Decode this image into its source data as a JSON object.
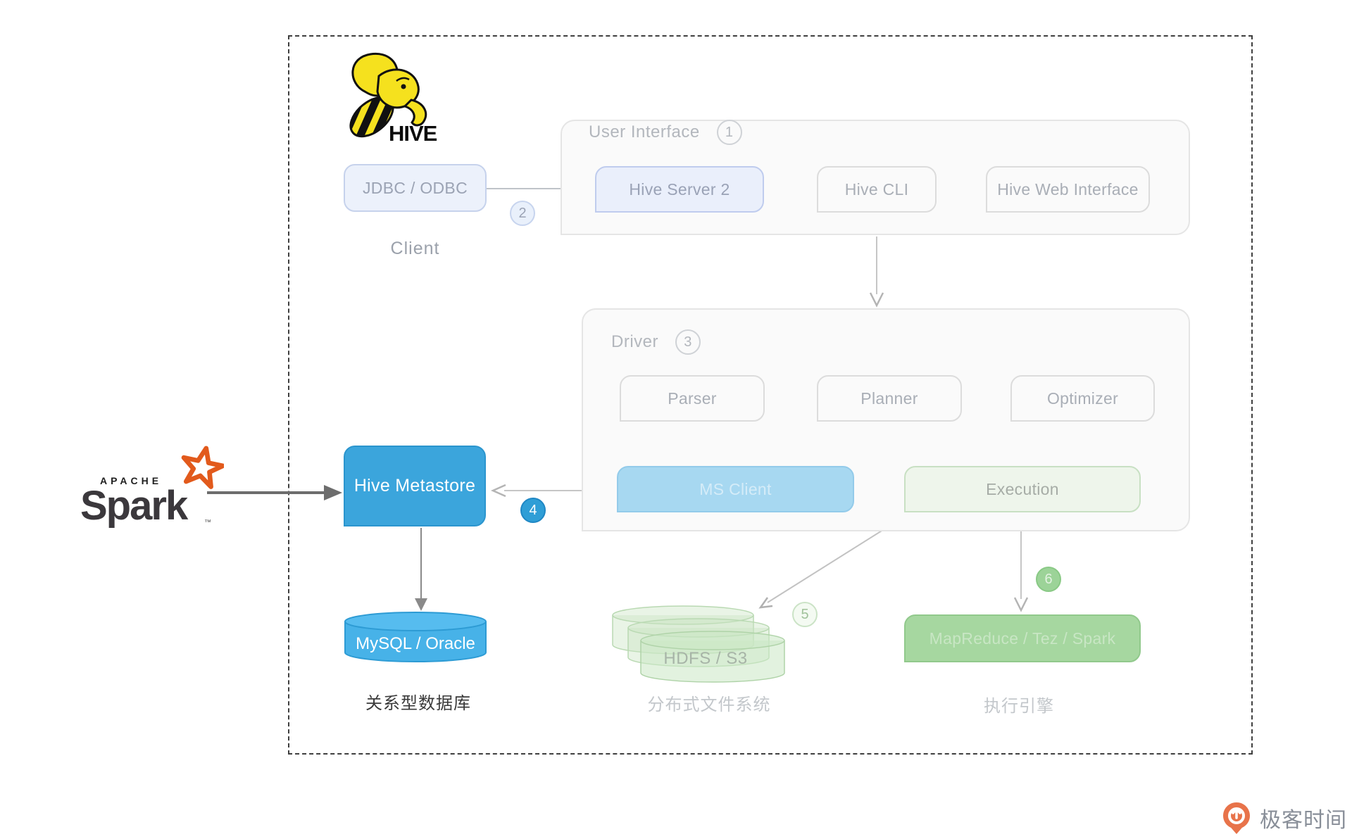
{
  "diagram": {
    "hive_logo_text": "HIVE",
    "spark": {
      "apache": "APACHE",
      "name": "Spark",
      "tm": "™"
    },
    "client_box": "JDBC / ODBC",
    "client_label": "Client",
    "ui": {
      "title": "User Interface",
      "badge": "1",
      "boxes": [
        "Hive Server 2",
        "Hive CLI",
        "Hive Web Interface"
      ]
    },
    "driver": {
      "title": "Driver",
      "badge": "3",
      "row": [
        "Parser",
        "Planner",
        "Optimizer"
      ],
      "ms_client": "MS Client",
      "execution": "Execution"
    },
    "steps": {
      "s2": "2",
      "s4": "4",
      "s5": "5",
      "s6": "6"
    },
    "metastore": "Hive Metastore",
    "mysql": "MySQL / Oracle",
    "mysql_label": "关系型数据库",
    "hdfs": "HDFS / S3",
    "hdfs_label": "分布式文件系统",
    "engine": "MapReduce / Tez / Spark",
    "engine_label": "执行引擎",
    "footer": "极客时间"
  },
  "colors": {
    "accent_blue": "#3BA5DC",
    "light_blue_fill": "#A7D8F1",
    "green_fill": "#A6D7A0",
    "hive_yellow": "#F5E11E",
    "spark_orange": "#E25A1C",
    "geektime_orange": "#E8734A"
  }
}
